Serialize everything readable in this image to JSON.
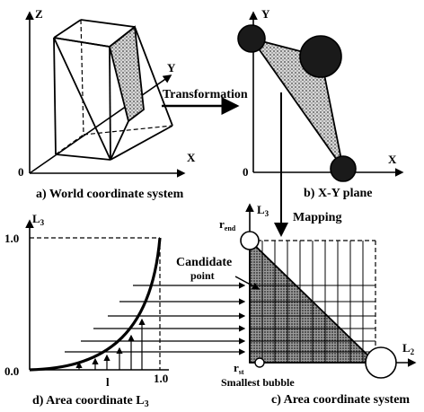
{
  "captions": {
    "a": "a) World coordinate system",
    "b": "b) X-Y plane",
    "c": "c) Area coordinate system",
    "d": "d) Area coordinate L",
    "d_sub": "3"
  },
  "axes": {
    "a_z": "Z",
    "a_y": "Y",
    "a_x": "X",
    "a_origin": "0",
    "b_y": "Y",
    "b_x": "X",
    "b_origin": "0",
    "c_l3": "L",
    "c_l3_sub": "3",
    "c_l2": "L",
    "c_l2_sub": "2",
    "c_rend": "r",
    "c_rend_sub": "end",
    "c_rst": "r",
    "c_rst_sub": "st",
    "d_l3": "L",
    "d_l3_sub": "3",
    "d_t10": "1.0",
    "d_t00": "0.0",
    "d_t10x": "1.0",
    "d_tl": "l"
  },
  "arrows": {
    "transformation": "Transformation",
    "mapping": "Mapping"
  },
  "annotations": {
    "candidate_1": "Candidate",
    "candidate_2": "point",
    "smallest_bubble": "Smallest bubble"
  },
  "colors": {
    "ink": "#000000",
    "bubble_fill": "#1a1a1a",
    "stipple": "#8a8a8a"
  }
}
